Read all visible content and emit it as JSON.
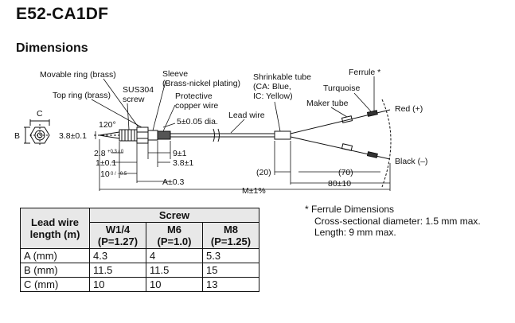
{
  "header": {
    "title": "E52-CA1DF",
    "subtitle": "Dimensions"
  },
  "drawing": {
    "labels": {
      "movable_ring": "Movable ring (brass)",
      "top_ring": "Top ring (brass)",
      "sus304_1": "SUS304",
      "sus304_2": "screw",
      "sleeve_1": "Sleeve",
      "sleeve_2": "(Brass-nickel plating)",
      "protective_1": "Protective",
      "protective_2": "copper wire",
      "shrink_1": "Shrinkable tube",
      "shrink_2": "(CA: Blue,",
      "shrink_3": "IC: Yellow)",
      "lead_wire": "Lead wire",
      "maker_tube": "Maker tube",
      "turquoise": "Turquoise",
      "ferrule": "Ferrule *",
      "red": "Red (+)",
      "black": "Black (–)",
      "c": "C",
      "b": "B"
    },
    "dims": {
      "dia_38": "3.8±0.1",
      "angle": "120°",
      "dia_5": "5±0.05 dia.",
      "d28": "2.8",
      "d28_tol": "+0.3 / 0",
      "d1": "1±0.1",
      "d10": "10",
      "d10_tol": "0 / −0.5",
      "d9": "9±1",
      "d38b": "3.8±1",
      "a": "A±0.3",
      "m": "M±1%",
      "d20": "(20)",
      "d70": "(70)",
      "d80": "80±10"
    }
  },
  "table": {
    "header_row1": {
      "lead_wire": "Lead wire length (m)",
      "screw": "Screw"
    },
    "columns": [
      {
        "name": "W1/4",
        "pitch": "(P=1.27)"
      },
      {
        "name": "M6",
        "pitch": "(P=1.0)"
      },
      {
        "name": "M8",
        "pitch": "(P=1.25)"
      }
    ],
    "rows": [
      {
        "label": "A (mm)",
        "values": [
          "4.3",
          "4",
          "5.3"
        ]
      },
      {
        "label": "B (mm)",
        "values": [
          "11.5",
          "11.5",
          "15"
        ]
      },
      {
        "label": "C (mm)",
        "values": [
          "10",
          "10",
          "13"
        ]
      }
    ]
  },
  "note": {
    "heading": "* Ferrule Dimensions",
    "line1": "Cross-sectional diameter: 1.5 mm max.",
    "line2": "Length: 9 mm max."
  }
}
